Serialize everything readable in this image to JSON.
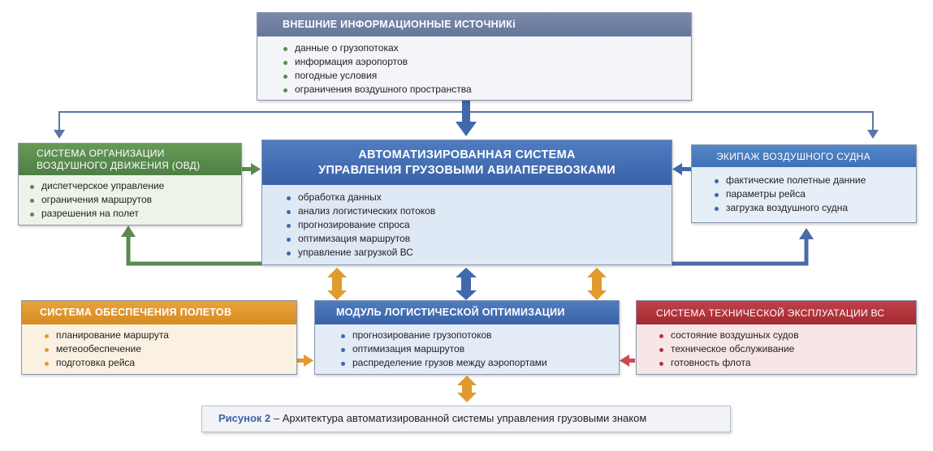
{
  "colors": {
    "slate": "#6e7da0",
    "green": "#5a8a4f",
    "blue": "#3f68ad",
    "lightblue": "#4a7fc0",
    "orange": "#e09a2e",
    "red": "#b2333a"
  },
  "external": {
    "title": "ВНЕШНИЕ ИНФОРМАЦИОННЫЕ ИСТОЧНИКi",
    "items": [
      "данные о грузопотоках",
      "информация аэропортов",
      "погодные условия",
      "ограничения воздушного пространства"
    ]
  },
  "atm": {
    "title_line1": "СИСТЕМА  ОРГАНИЗАЦИИ",
    "title_line2": "ВОЗДУШНОГО ДВИЖЕНИЯ (ОВД)",
    "items": [
      "диспетчерское управление",
      "ограничения маршрутов",
      "разрешения на полет"
    ]
  },
  "core": {
    "title_line1": "АВТОМАТИЗИРОВАННАЯ СИСТЕМА",
    "title_line2": "УПРАВЛЕНИЯ ГРУЗОВЫМИ АВИАПЕРЕВОЗКАМИ",
    "items": [
      "обработка данных",
      "анализ логистических  потоков",
      "прогнозирование спроса",
      "оптимизация маршрутов",
      "управление загрузкой ВС"
    ]
  },
  "crew": {
    "title": "ЭКИПАЖ ВОЗДУШНОГО СУДНА",
    "items": [
      "фактические полетные данние",
      "параметры рейса",
      "загрузка воздушного судна"
    ]
  },
  "flight_support": {
    "title": "СИСТЕМА ОБЕСПЕЧЕНИЯ ПОЛЕТОВ",
    "items": [
      "планирование маршрута",
      "метеообеспечение",
      "подготовка рейса"
    ]
  },
  "logistics": {
    "title": "МОДУЛЬ ЛОГИСТИЧЕСКОЙ ОПТИМИЗАЦИИ",
    "items": [
      "прогнозирование грузопотоков",
      "оптимизация маршрутов",
      "распределение грузов между аэропортами"
    ]
  },
  "maintenance": {
    "title": "СИСТЕМА ТЕХНИЧЕСКОЙ ЭКСПЛУАТАЦИИ ВС",
    "items": [
      "состояние воздушных судов",
      "техническое обслуживание",
      "готовность флота"
    ]
  },
  "caption": {
    "label": "Рисунок 2",
    "text": " – Архитектура автоматизированной системы управления грузовыми знаком"
  }
}
